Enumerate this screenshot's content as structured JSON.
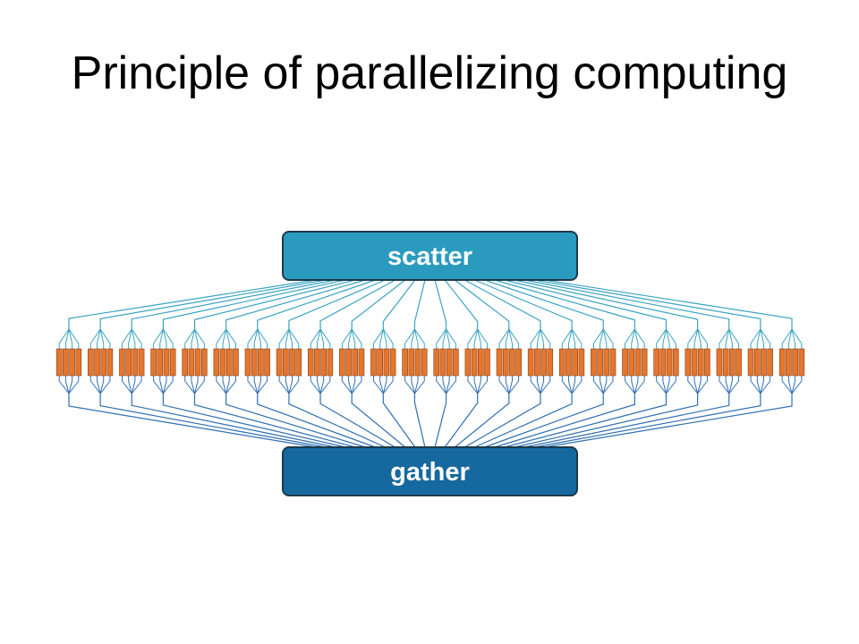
{
  "slide": {
    "title": "Principle of parallelizing computing"
  },
  "diagram": {
    "scatter_label": "scatter",
    "gather_label": "gather",
    "worker_group_count": 24,
    "units_per_group": 4,
    "colors": {
      "scatter_box": "#2a9bbf",
      "gather_box": "#16699e",
      "scatter_lines": "#3aa3c4",
      "gather_lines": "#2f6fb2",
      "unit_fill": "#e4762e",
      "unit_stroke": "#8a3e12",
      "box_stroke": "#1b3a4a"
    }
  }
}
